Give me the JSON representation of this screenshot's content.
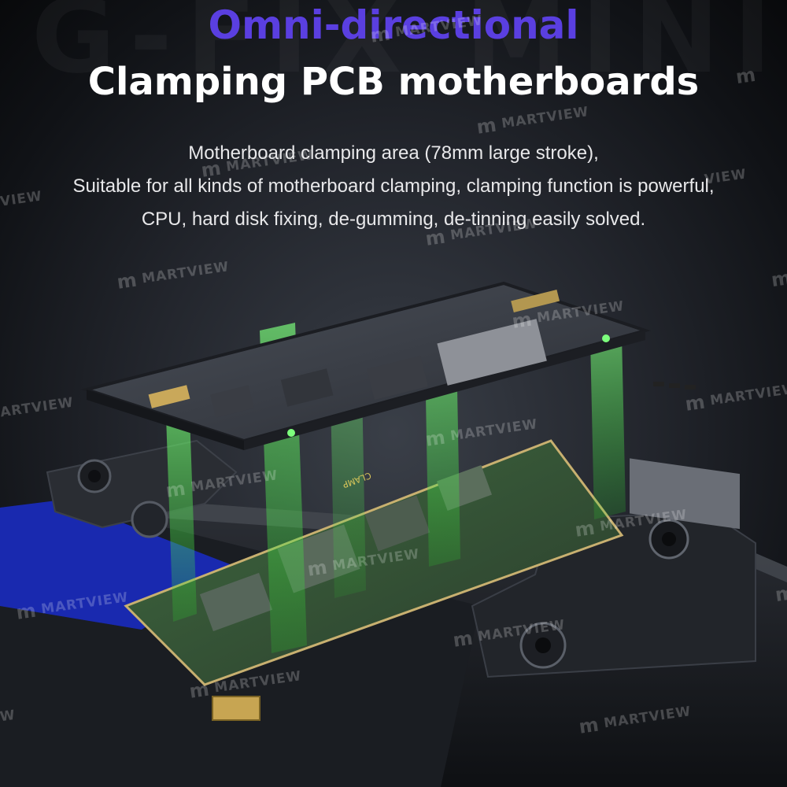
{
  "background_word": "G-FIX MINI",
  "heading": {
    "top": "Omni-directional",
    "main": "Clamping PCB motherboards"
  },
  "description": {
    "line1": "Motherboard clamping area (78mm large stroke),",
    "line2": "Suitable for all kinds of motherboard clamping, clamping function is powerful,",
    "line3": "CPU, hard disk fixing, de-gumming, de-tinning easily solved."
  },
  "device_label": "CLAMP",
  "watermark": {
    "brand": "MARTVIEW",
    "partial_left": "VIEW",
    "partial_right": "VIEW",
    "partial_art": "ARTVIEW",
    "partial_w": "W"
  },
  "colors": {
    "accent_purple": "#5a3fe0",
    "beam_green": "#5cff5c",
    "tray_blue": "#2236c8"
  }
}
